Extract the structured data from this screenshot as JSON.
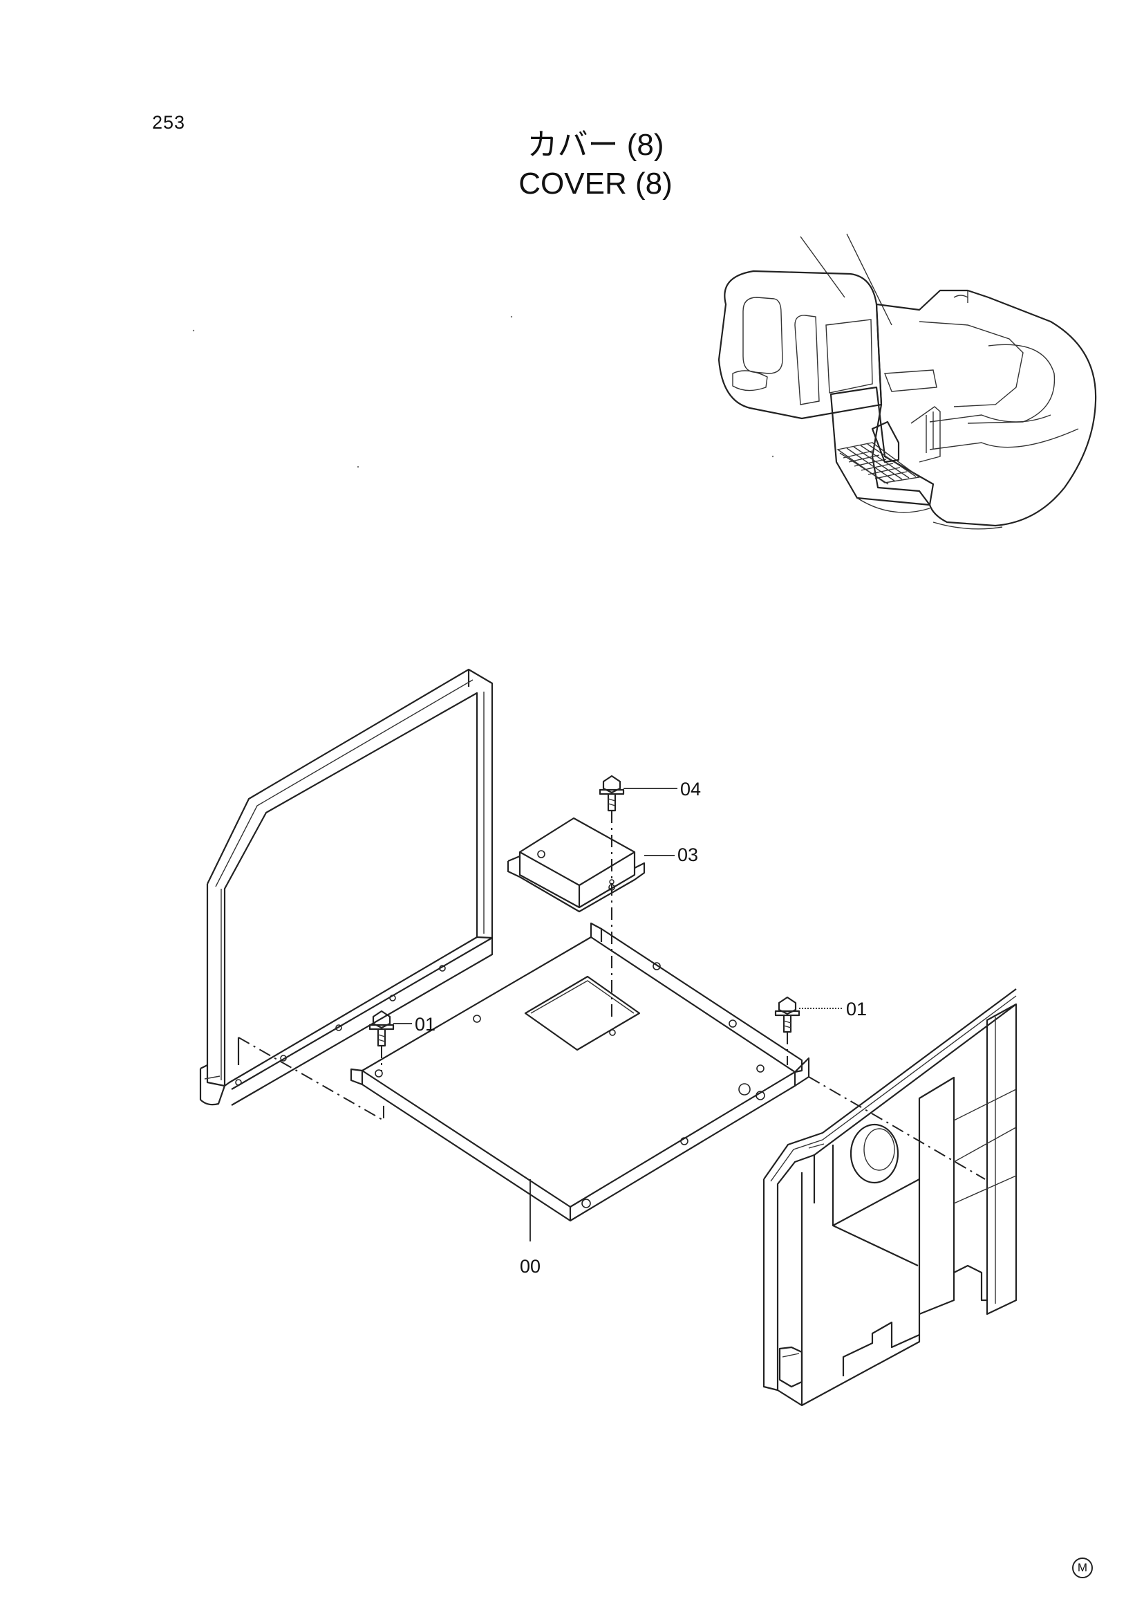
{
  "page_number": "253",
  "title": {
    "jp": "カバー (8)",
    "en": "COVER (8)"
  },
  "callouts": {
    "c04": "04",
    "c03": "03",
    "c01_left": "01",
    "c01_right": "01",
    "c00": "00"
  },
  "mark": "M"
}
